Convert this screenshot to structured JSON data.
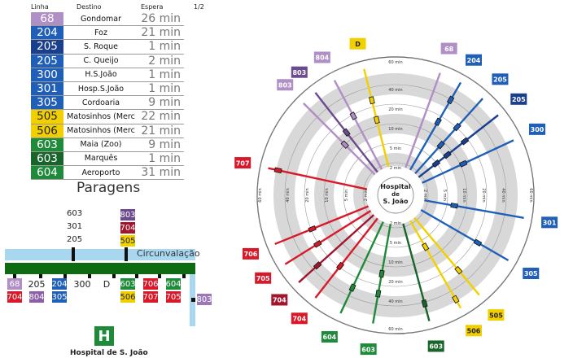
{
  "board": {
    "headers": {
      "line": "Linha",
      "dest": "Destino",
      "wait": "Espera"
    },
    "page": "1/2",
    "rows": [
      {
        "line": "68",
        "dest": "Gondomar",
        "wait": "26 min",
        "color": "#b08ec6"
      },
      {
        "line": "204",
        "dest": "Foz",
        "wait": "21 min",
        "color": "#1f5fb8"
      },
      {
        "line": "205",
        "dest": "S. Roque",
        "wait": "1 min",
        "color": "#1a3f8e"
      },
      {
        "line": "205",
        "dest": "C. Queijo",
        "wait": "2 min",
        "color": "#1f5fb8"
      },
      {
        "line": "300",
        "dest": "H.S.João",
        "wait": "1 min",
        "color": "#1f5fb8"
      },
      {
        "line": "301",
        "dest": "Hosp.S.João",
        "wait": "1 min",
        "color": "#1f5fb8"
      },
      {
        "line": "305",
        "dest": "Cordoaria",
        "wait": "9 min",
        "color": "#1f5fb8"
      },
      {
        "line": "505",
        "dest": "Matosinhos (Merc",
        "wait": "22 min",
        "color": "#f2d000"
      },
      {
        "line": "506",
        "dest": "Matosinhos (Merc",
        "wait": "21 min",
        "color": "#f2d000"
      },
      {
        "line": "603",
        "dest": "Maia (Zoo)",
        "wait": "9 min",
        "color": "#1f8a3a"
      },
      {
        "line": "603",
        "dest": "Marquês",
        "wait": "1 min",
        "color": "#17652a"
      },
      {
        "line": "604",
        "dest": "Aeroporto",
        "wait": "31 min",
        "color": "#1f8a3a"
      }
    ]
  },
  "stops": {
    "title": "Paragens",
    "road": "Circunvalação",
    "upper_labels": [
      "603",
      "301",
      "205"
    ],
    "upper_badges": [
      {
        "label": "803",
        "color": "#6d4a8e"
      },
      {
        "label": "704",
        "color": "#a3152c"
      },
      {
        "label": "505",
        "color": "#f2d000",
        "dark": true
      }
    ],
    "row_top": [
      {
        "label": "68",
        "color": "#b08ec6"
      },
      {
        "label": "205",
        "color": ""
      },
      {
        "label": "204",
        "color": "#1f5fb8"
      },
      {
        "label": "300",
        "color": ""
      },
      {
        "label": "D",
        "color": ""
      },
      {
        "label": "603",
        "color": "#1f8a3a"
      },
      {
        "label": "706",
        "color": "#d8192a"
      },
      {
        "label": "604",
        "color": "#1f8a3a"
      }
    ],
    "row_bottom": [
      {
        "label": "704",
        "color": "#d8192a"
      },
      {
        "label": "804",
        "color": "#8a5ea8"
      },
      {
        "label": "305",
        "color": "#1f5fb8"
      },
      {
        "label": "506",
        "color": "#f2d000",
        "dark": true
      },
      {
        "label": "707",
        "color": "#d8192a"
      },
      {
        "label": "705",
        "color": "#d8192a"
      }
    ],
    "side_badge": {
      "label": "803",
      "color": "#9b78b8"
    },
    "hospital_icon": "H",
    "hospital_label": "Hospital de S. João"
  },
  "radial": {
    "center": [
      "Hospital",
      "de",
      "S. João"
    ],
    "ring_labels": [
      "2 min",
      "5 min",
      "10 min",
      "20 min",
      "40 min",
      "60 min"
    ],
    "lines": [
      {
        "label": "68",
        "angle": 20,
        "color": "#b08ec6",
        "bus": [],
        "inset": false
      },
      {
        "label": "204",
        "angle": 30,
        "color": "#1f5fb8",
        "bus": [
          0.8,
          0.55
        ],
        "inset": false
      },
      {
        "label": "205",
        "angle": 42,
        "color": "#1f5fb8",
        "bus": [
          0.62,
          0.38
        ],
        "inset": false
      },
      {
        "label": "205",
        "angle": 52,
        "color": "#1a3f8e",
        "bus": [
          0.58,
          0.36,
          0.22
        ],
        "inset": false
      },
      {
        "label": "300",
        "angle": 65,
        "color": "#1f5fb8",
        "bus": [
          0.45
        ],
        "inset": false
      },
      {
        "label": "301",
        "angle": 100,
        "color": "#1f5fb8",
        "bus": [
          0.3
        ],
        "inset": false
      },
      {
        "label": "305",
        "angle": 120,
        "color": "#1f5fb8",
        "bus": [
          0.65
        ],
        "inset": false
      },
      {
        "label": "505",
        "angle": 140,
        "color": "#f2d000",
        "bus": [
          0.68
        ],
        "inset": false
      },
      {
        "label": "506",
        "angle": 150,
        "color": "#f2d000",
        "bus": [
          0.9,
          0.3
        ],
        "inset": true
      },
      {
        "label": "603",
        "angle": 165,
        "color": "#17652a",
        "bus": [
          0.82
        ],
        "inset": false
      },
      {
        "label": "603",
        "angle": 190,
        "color": "#1f8a3a",
        "bus": [
          0.7,
          0.5
        ],
        "inset": false
      },
      {
        "label": "604",
        "angle": 205,
        "color": "#1f8a3a",
        "bus": [
          0.72
        ],
        "inset": false
      },
      {
        "label": "704",
        "angle": 218,
        "color": "#d8192a",
        "bus": [
          0.6
        ],
        "inset": false
      },
      {
        "label": "704",
        "angle": 228,
        "color": "#a3152c",
        "bus": [
          0.75
        ],
        "inset": false
      },
      {
        "label": "705",
        "angle": 238,
        "color": "#d8192a",
        "bus": [
          0.62
        ],
        "inset": false
      },
      {
        "label": "706",
        "angle": 248,
        "color": "#d8192a",
        "bus": [
          0.6
        ],
        "inset": false
      },
      {
        "label": "707",
        "angle": 282,
        "color": "#d8192a",
        "bus": [
          0.9
        ],
        "inset": false
      },
      {
        "label": "803",
        "angle": 315,
        "color": "#b08ec6",
        "bus": [
          0.42
        ],
        "inset": false
      },
      {
        "label": "803",
        "angle": 322,
        "color": "#6d4a8e",
        "bus": [
          0.5
        ],
        "inset": false
      },
      {
        "label": "804",
        "angle": 332,
        "color": "#b08ec6",
        "bus": [
          0.6
        ],
        "inset": false
      },
      {
        "label": "D",
        "angle": 346,
        "color": "#f2d000",
        "bus": [
          0.68,
          0.48
        ],
        "inset": false
      }
    ]
  }
}
